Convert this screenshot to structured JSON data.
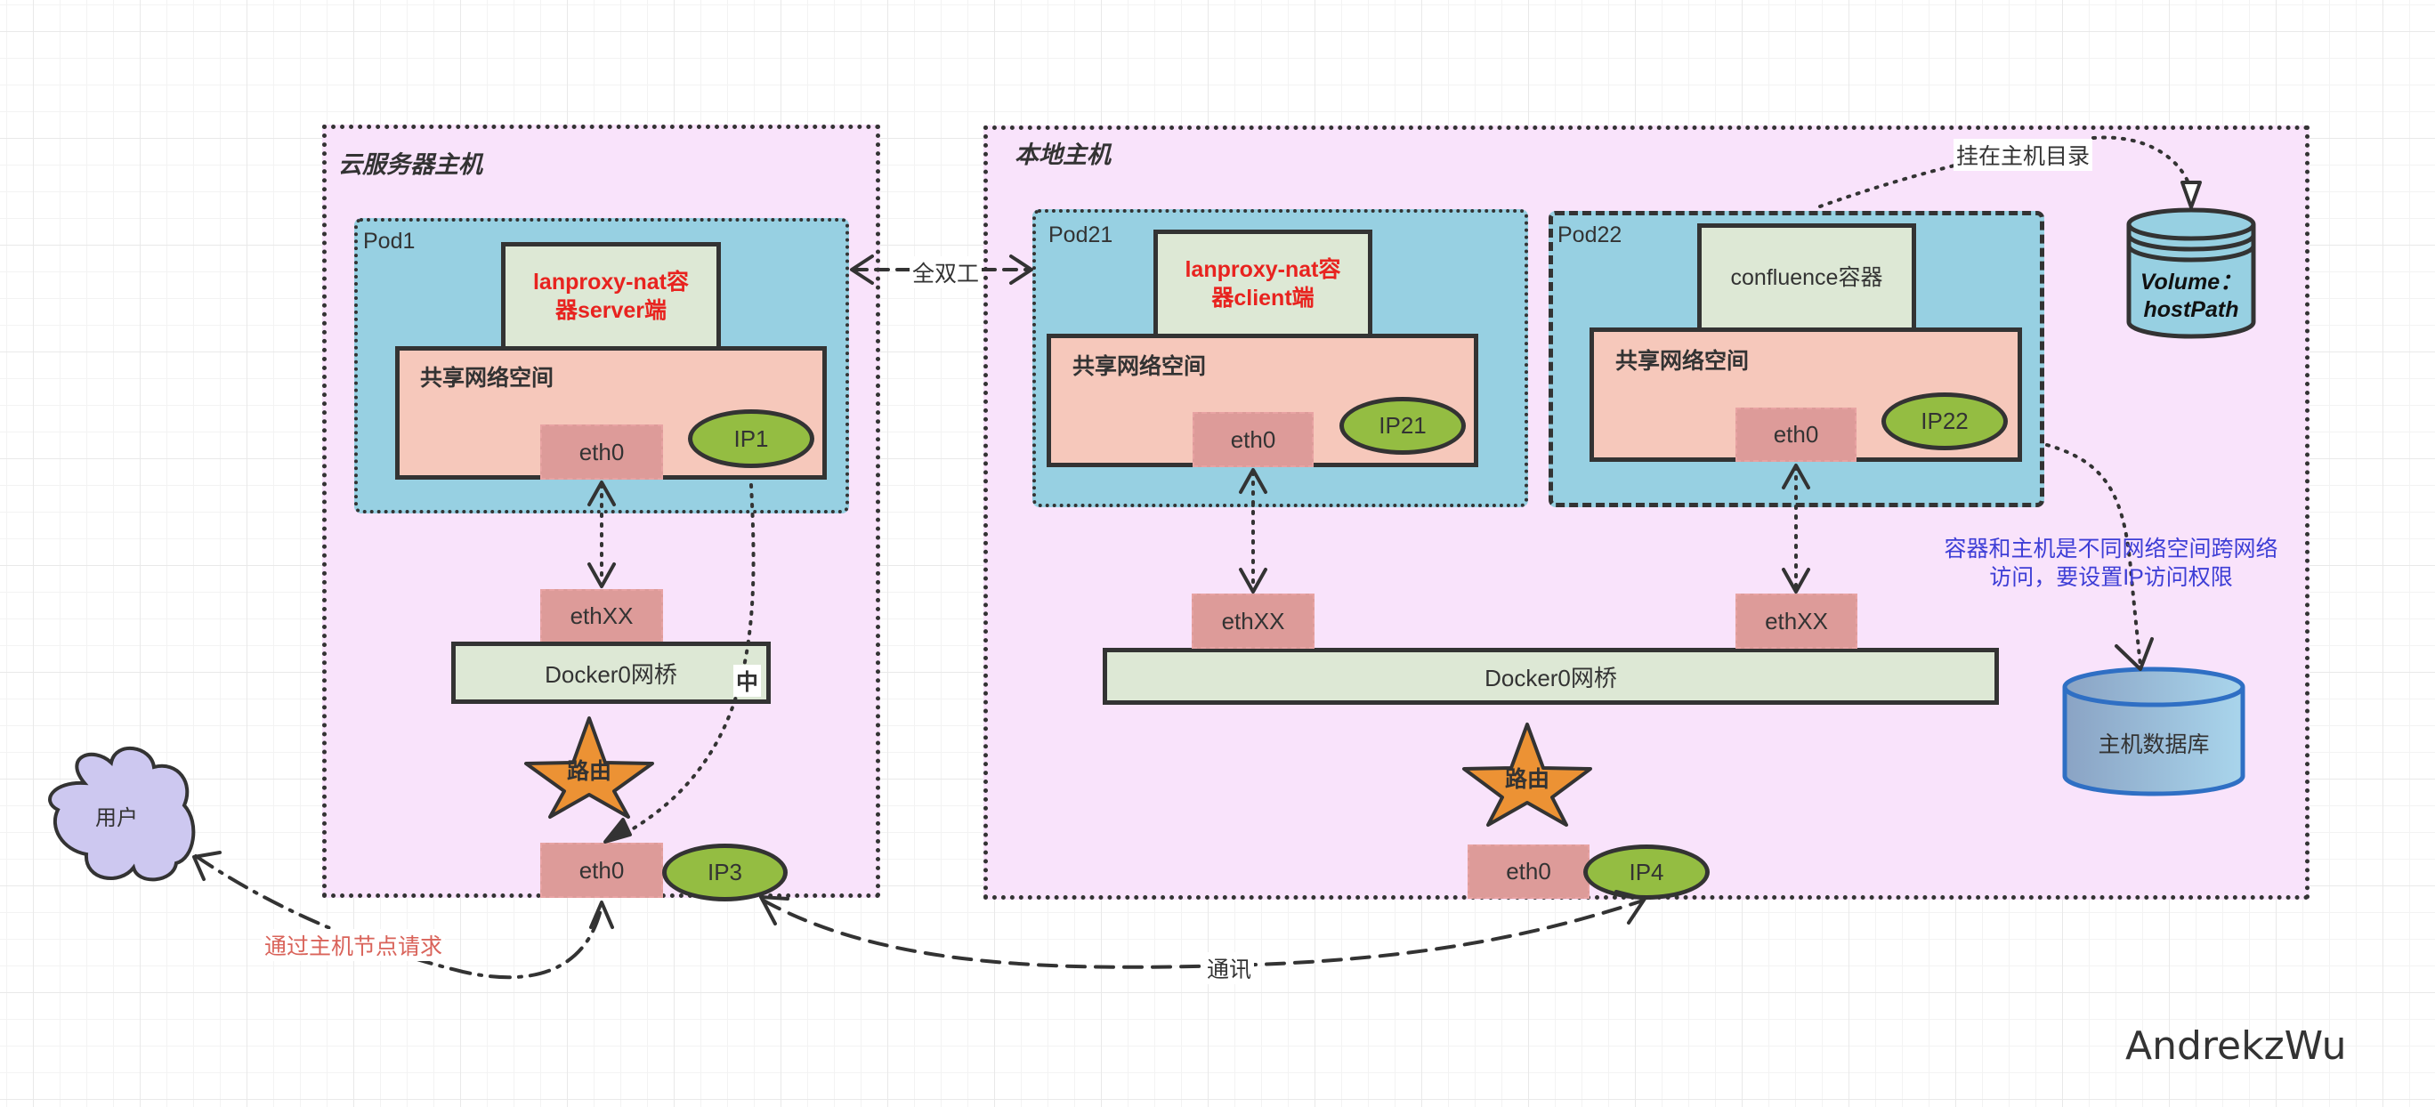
{
  "cloud_host": {
    "title": "云服务器主机",
    "pod": {
      "label": "Pod1",
      "container": "lanproxy-nat容器server端",
      "container_lines": [
        "lanproxy-nat容",
        "器server端"
      ],
      "shared_net": "共享网络空间",
      "eth": "eth0",
      "ip": "IP1"
    },
    "veth": "ethXX",
    "bridge": "Docker0网桥",
    "router": "路由",
    "host_eth": "eth0",
    "host_ip": "IP3",
    "midpoint_label": "中"
  },
  "local_host": {
    "title": "本地主机",
    "pod21": {
      "label": "Pod21",
      "container_lines": [
        "lanproxy-nat容",
        "器client端"
      ],
      "shared_net": "共享网络空间",
      "eth": "eth0",
      "ip": "IP21",
      "veth": "ethXX"
    },
    "pod22": {
      "label": "Pod22",
      "container": "confluence容器",
      "shared_net": "共享网络空间",
      "eth": "eth0",
      "ip": "IP22",
      "veth": "ethXX"
    },
    "bridge": "Docker0网桥",
    "router": "路由",
    "host_eth": "eth0",
    "host_ip": "IP4",
    "volume_lines": [
      "Volume：",
      "hostPath"
    ],
    "mount_label": "挂在主机目录",
    "database": "主机数据库",
    "note_lines": [
      "容器和主机是不同网络空间跨网络",
      "访问，要设置IP访问权限"
    ]
  },
  "user": {
    "label": "用户"
  },
  "edges": {
    "full_duplex": "全双工",
    "user_request": "通过主机节点请求",
    "communication": "通讯"
  },
  "colors": {
    "host_bg": "#f9e3fb",
    "pod_bg": "#97d0e2",
    "container_bg": "#dde8d5",
    "shared_bg": "#f6c8bb",
    "eth_bg": "#dd9b99",
    "ip_bg": "#94bd42",
    "router_bg": "#ec9234",
    "user_bg": "#cdc8f0",
    "highlight_red": "#e8231f",
    "note_blue": "#3e3ed6",
    "request_red": "#d9635a"
  },
  "watermark": "AndrekzWu"
}
